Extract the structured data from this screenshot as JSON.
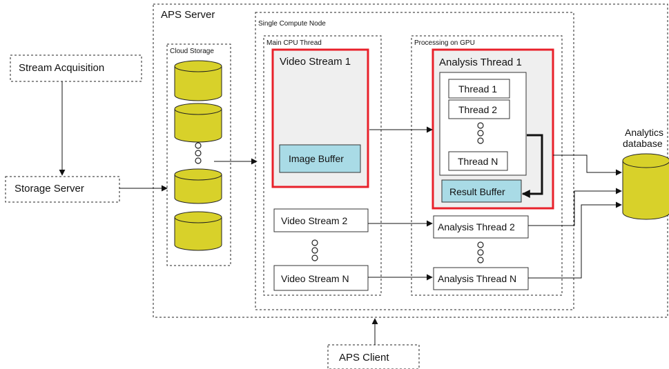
{
  "stream_acquisition": "Stream Acquisition",
  "storage_server": "Storage Server",
  "aps_server": "APS Server",
  "cloud_storage": "Cloud Storage",
  "single_compute_node": "Single Compute Node",
  "main_cpu_thread": "Main CPU Thread",
  "processing_on_gpu": "Processing on GPU",
  "video_stream_1": "Video Stream 1",
  "image_buffer": "Image Buffer",
  "video_stream_2": "Video Stream 2",
  "video_stream_n": "Video Stream N",
  "analysis_thread_1": "Analysis Thread 1",
  "thread_1": "Thread 1",
  "thread_2": "Thread 2",
  "thread_n": "Thread N",
  "result_buffer": "Result Buffer",
  "analysis_thread_2": "Analysis Thread 2",
  "analysis_thread_n": "Analysis Thread N",
  "analytics_database": [
    "Analytics",
    "database"
  ],
  "aps_client": "APS Client",
  "colors": {
    "highlight_border": "#e8202a",
    "buffer_fill": "#a9dbe6",
    "cylinder_fill": "#d8d12a",
    "panel_fill": "#efefef"
  }
}
